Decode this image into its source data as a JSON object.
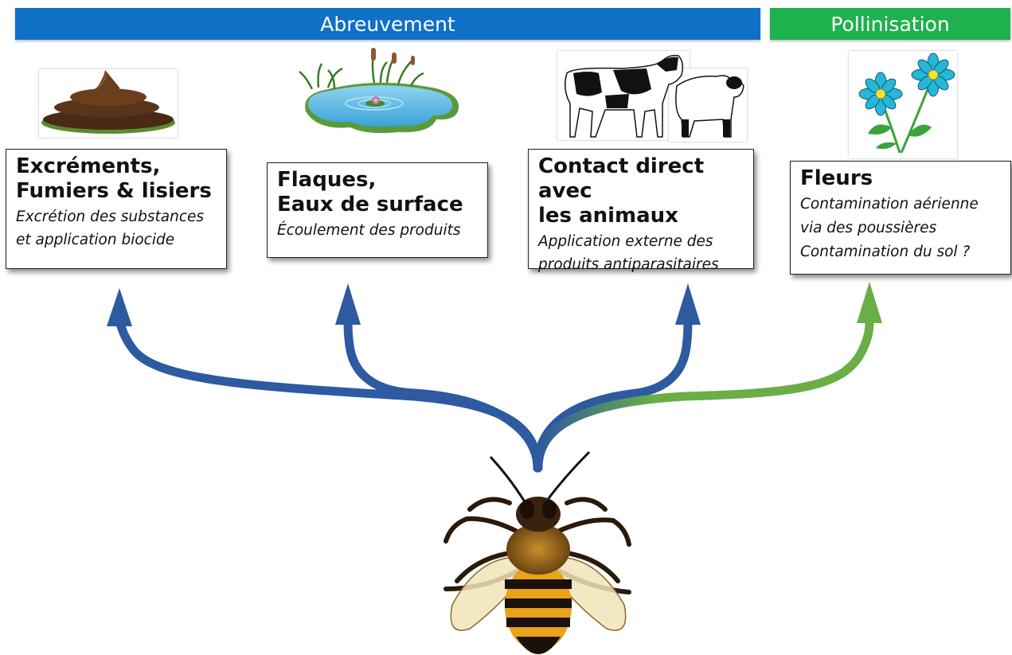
{
  "banners": {
    "abreuvement": {
      "label": "Abreuvement",
      "color": "#0f70c6"
    },
    "pollinisation": {
      "label": "Pollinisation",
      "color": "#1fb14d"
    }
  },
  "cards": [
    {
      "title": "Excréments,\nFumiers & lisiers",
      "desc": "Excrétion des substances\net application biocide"
    },
    {
      "title": "Flaques,\nEaux de surface",
      "desc": "Écoulement des produits"
    },
    {
      "title": "Contact direct avec\nles animaux",
      "desc": "Application externe des\nproduits antiparasitaires"
    },
    {
      "title": "Fleurs",
      "desc": "Contamination aérienne\nvia des poussières\nContamination du sol ?"
    }
  ],
  "icons": [
    "manure-icon",
    "pond-icon",
    "cow-sheep-icon",
    "flowers-icon",
    "bee-icon"
  ],
  "colors": {
    "arrow_blue": "#2d5aa0",
    "arrow_green": "#6aae45"
  }
}
